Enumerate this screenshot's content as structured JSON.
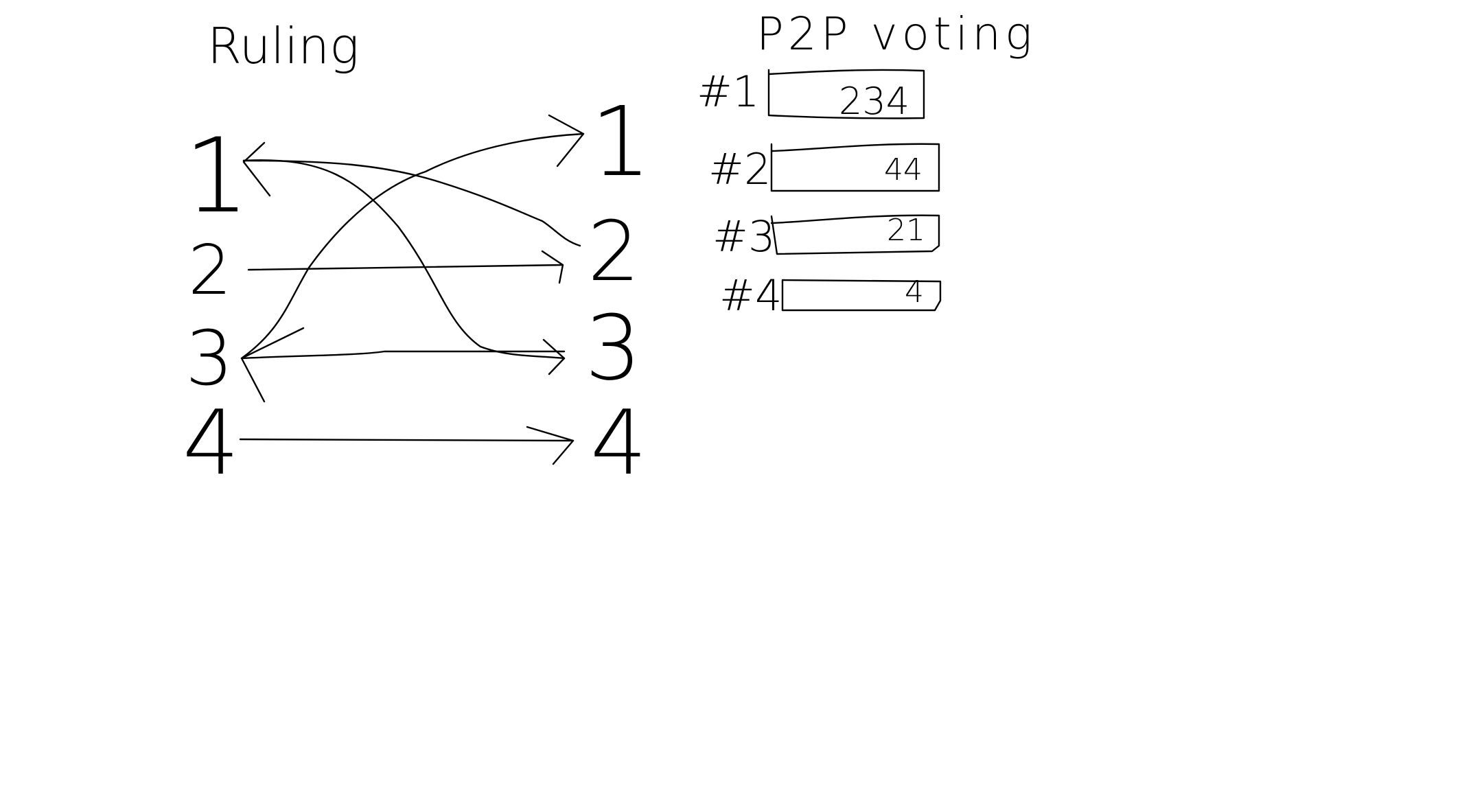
{
  "ruling": {
    "title": "Ruling",
    "left_labels": [
      "1",
      "2",
      "3",
      "4"
    ],
    "right_labels": [
      "1",
      "2",
      "3",
      "4"
    ],
    "connections": [
      {
        "from": "1",
        "to": "3"
      },
      {
        "from": "2",
        "to": "2"
      },
      {
        "from": "3",
        "to": "1"
      },
      {
        "from": "3",
        "to": "3"
      },
      {
        "from": "4",
        "to": "4"
      },
      {
        "from": "2",
        "to": "1"
      }
    ]
  },
  "voting": {
    "title": "P2P voting",
    "rows": [
      {
        "rank": "#1",
        "votes": "234",
        "value": 234
      },
      {
        "rank": "#2",
        "votes": "44",
        "value": 44
      },
      {
        "rank": "#3",
        "votes": "21",
        "value": 21
      },
      {
        "rank": "#4",
        "votes": "4",
        "value": 4
      }
    ]
  }
}
